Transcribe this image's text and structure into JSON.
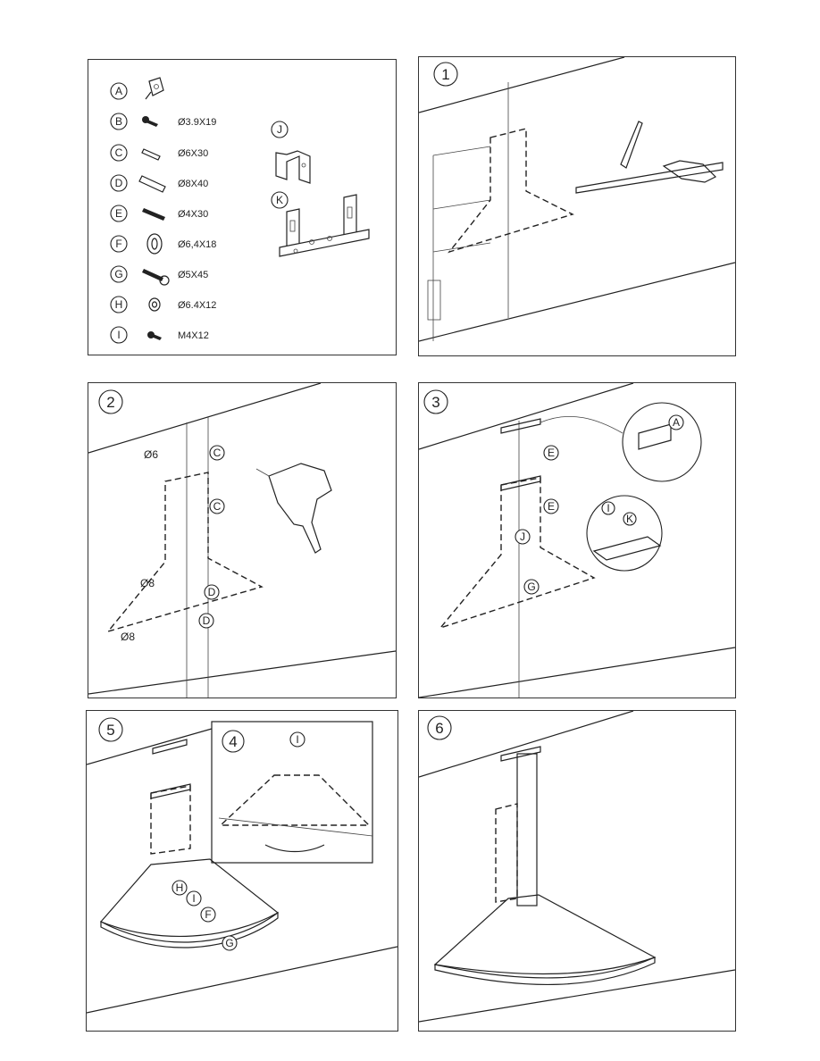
{
  "parts": [
    {
      "letter": "A",
      "spec": ""
    },
    {
      "letter": "B",
      "spec": "Ø3.9X19"
    },
    {
      "letter": "C",
      "spec": "Ø6X30"
    },
    {
      "letter": "D",
      "spec": "Ø8X40"
    },
    {
      "letter": "E",
      "spec": "Ø4X30"
    },
    {
      "letter": "F",
      "spec": "Ø6,4X18"
    },
    {
      "letter": "G",
      "spec": "Ø5X45"
    },
    {
      "letter": "H",
      "spec": "Ø6.4X12"
    },
    {
      "letter": "I",
      "spec": "M4X12"
    }
  ],
  "brackets": {
    "j": "J",
    "k": "K"
  },
  "steps": {
    "s1": "1",
    "s2": "2",
    "s3": "3",
    "s4": "4",
    "s5": "5",
    "s6": "6"
  },
  "step2": {
    "d6": "Ø6",
    "d8a": "Ø8",
    "d8b": "Ø8",
    "c1": "C",
    "c2": "C",
    "d1": "D",
    "d2": "D"
  },
  "step3": {
    "e1": "E",
    "e2": "E",
    "a": "A",
    "i": "I",
    "k": "K",
    "j": "J",
    "g": "G"
  },
  "step4": {
    "i": "I"
  },
  "step5": {
    "h": "H",
    "i": "I",
    "f": "F",
    "g": "G"
  }
}
